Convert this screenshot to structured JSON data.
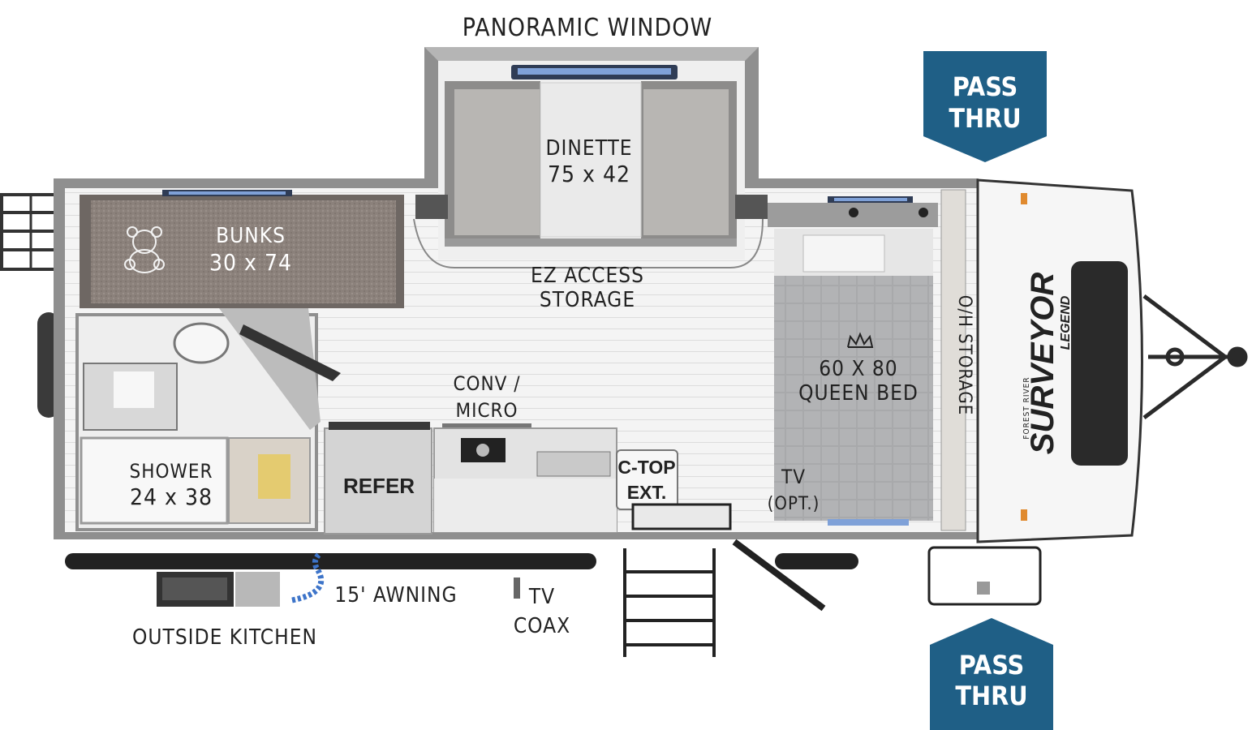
{
  "labels": {
    "panoramic_window": "PANORAMIC WINDOW",
    "dinette_line1": "DINETTE",
    "dinette_line2": "75 x 42",
    "bunks_line1": "BUNKS",
    "bunks_line2": "30 x 74",
    "ez_access_line1": "EZ ACCESS",
    "ez_access_line2": "STORAGE",
    "conv_micro_line1": "CONV /",
    "conv_micro_line2": "MICRO",
    "queen_bed_line1": "60 X 80",
    "queen_bed_line2": "QUEEN BED",
    "oh_storage": "O/H STORAGE",
    "shower_line1": "SHOWER",
    "shower_line2": "24 x 38",
    "refer": "REFER",
    "ctop_line1": "C-TOP",
    "ctop_line2": "EXT.",
    "tv_line1": "TV",
    "tv_line2": "(OPT.)",
    "awning": "15' AWNING",
    "tv_coax_line1": "TV",
    "tv_coax_line2": "COAX",
    "outside_kitchen": "OUTSIDE KITCHEN"
  },
  "pass_thru_top": {
    "line1": "PASS",
    "line2": "THRU"
  },
  "pass_thru_bottom": {
    "line1": "PASS",
    "line2": "THRU"
  },
  "branding": {
    "line1": "FOREST RIVER",
    "line2": "SURVEYOR",
    "line3": "LEGEND"
  },
  "colors": {
    "pass_thru_badge": "#1f5f86",
    "floor": "#f2f2f2",
    "wall": "#8d8d8d",
    "bed_tile": "#a9aaac",
    "bunk": "#8a807a"
  }
}
